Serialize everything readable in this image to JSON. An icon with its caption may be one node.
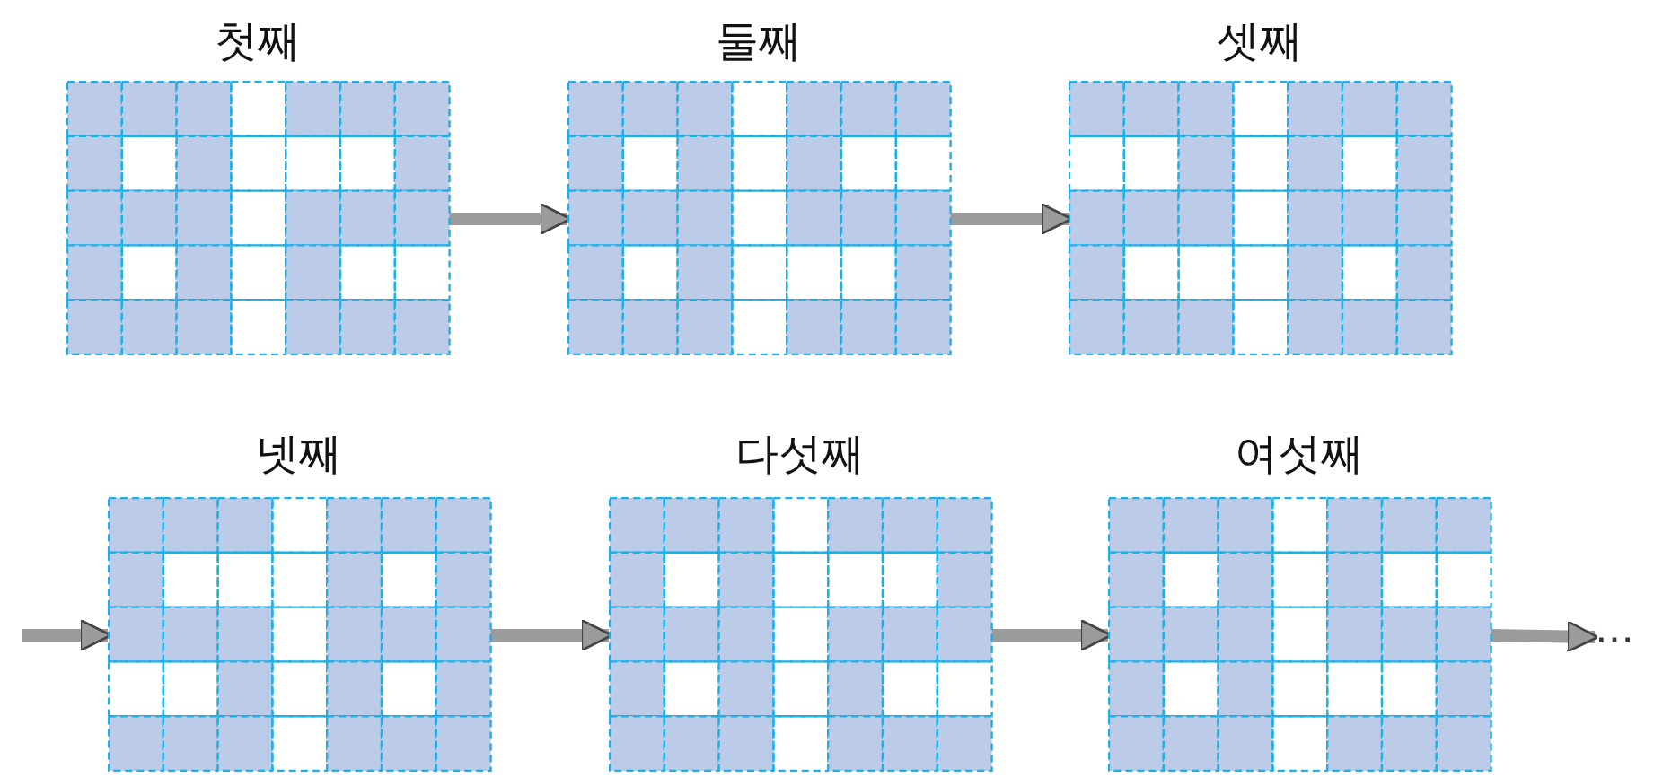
{
  "diagram": {
    "nodes": [
      {
        "text": [
          "첫째"
        ]
      },
      {
        "text": [
          "둘째"
        ]
      },
      {
        "text": [
          "셋째"
        ]
      },
      {
        "text": [
          "넷째"
        ]
      },
      {
        "text": [
          "다섯째"
        ]
      },
      {
        "text": [
          "여섯째"
        ]
      },
      {
        "text": [
          "…"
        ]
      }
    ],
    "edges": [
      {
        "from": 0,
        "to": 1,
        "arrow": "to"
      },
      {
        "from": 1,
        "to": 2,
        "arrow": "to"
      },
      {
        "from": null,
        "to": 3,
        "arrow": "to"
      },
      {
        "from": 3,
        "to": 4,
        "arrow": "to"
      },
      {
        "from": 4,
        "to": 5,
        "arrow": "to"
      },
      {
        "from": 5,
        "to": 6,
        "arrow": "to"
      }
    ]
  }
}
